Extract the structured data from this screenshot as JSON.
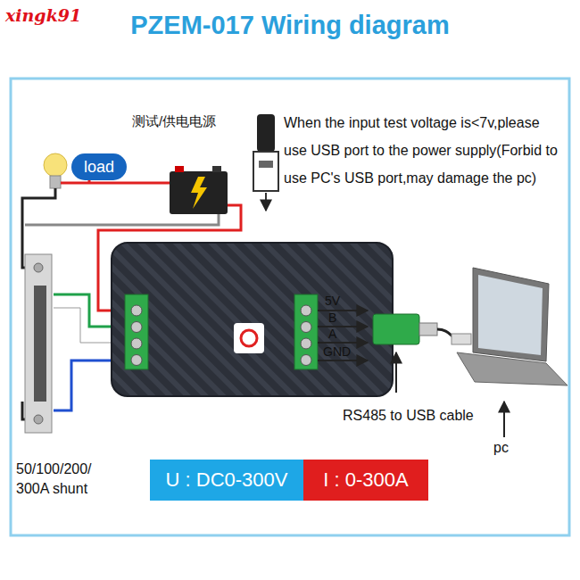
{
  "diagram": {
    "title": "PZEM-017 Wiring diagram",
    "nodes": [
      {
        "text": [
          "load"
        ]
      },
      {
        "text": [
          "U : DC0-300V"
        ]
      },
      {
        "text": [
          "I : 0-300A"
        ]
      }
    ],
    "labels": [
      "xingk91",
      "测试/供电电源",
      "When the input test voltage is<7v,please use USB port to the power supply(Forbid to use PC's USB port,may damage the pc)",
      "5V",
      "B",
      "A",
      "GND",
      "RS485 to USB cable",
      "pc",
      "50/100/200/ 300A shunt"
    ]
  }
}
